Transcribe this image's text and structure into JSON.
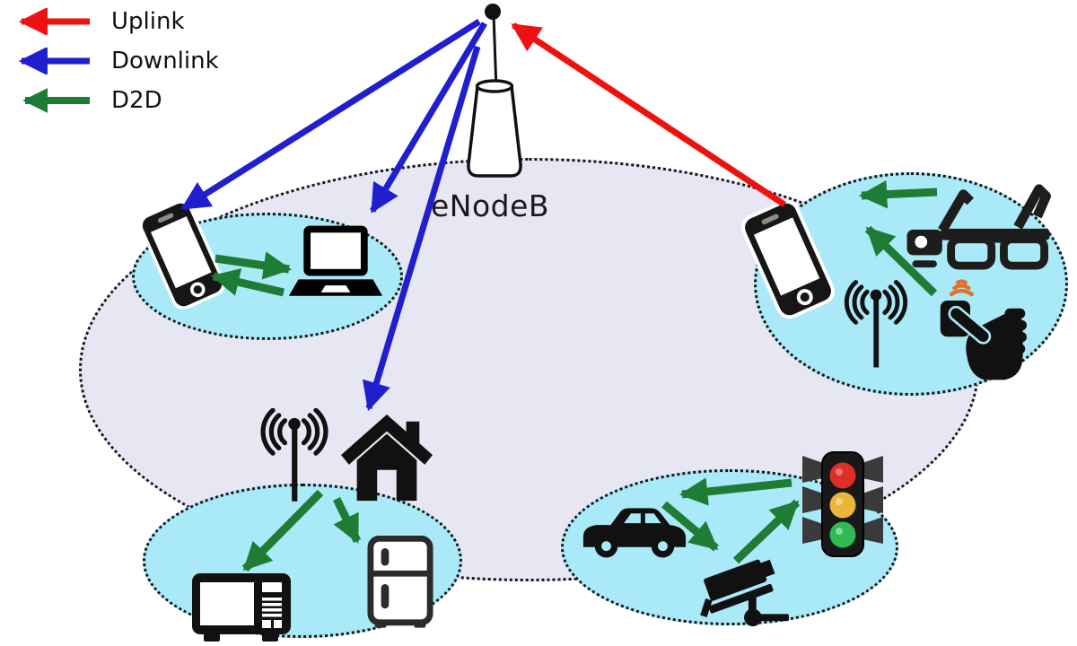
{
  "legend": {
    "items": [
      {
        "id": "uplink",
        "label": "Uplink",
        "color": "#ee1111"
      },
      {
        "id": "downlink",
        "label": "Downlink",
        "color": "#1f1fd0"
      },
      {
        "id": "d2d",
        "label": "D2D",
        "color": "#1e7c35"
      }
    ]
  },
  "base_station": {
    "label": "eNodeB",
    "icon": "cell-tower-icon"
  },
  "colors": {
    "background": "#ffffff",
    "cell_fill": "#e7e6f3",
    "cluster_fill": "#a9e9f8",
    "outline": "#151515",
    "uplink": "#ee1111",
    "downlink": "#1f1fd0",
    "d2d": "#1e7c35",
    "traffic_light_red": "#dd2f27",
    "traffic_light_yellow": "#e9b63b",
    "traffic_light_green": "#2fba52",
    "signal_orange": "#e2712b"
  },
  "clusters": [
    {
      "id": "phone-laptop",
      "devices": [
        "smartphone-icon",
        "laptop-icon"
      ]
    },
    {
      "id": "smart-home",
      "devices": [
        "antenna-icon",
        "house-icon",
        "microwave-icon",
        "refrigerator-icon"
      ]
    },
    {
      "id": "vehicular",
      "devices": [
        "car-icon",
        "cctv-camera-icon",
        "traffic-light-icon"
      ]
    },
    {
      "id": "wearables",
      "devices": [
        "smartphone-icon",
        "smart-glasses-icon",
        "antenna-icon",
        "smartwatch-hand-icon"
      ]
    }
  ],
  "links": [
    {
      "type": "downlink",
      "from": "eNodeB",
      "to": "smartphone (phone-laptop cluster)"
    },
    {
      "type": "downlink",
      "from": "eNodeB",
      "to": "laptop (phone-laptop cluster)"
    },
    {
      "type": "downlink",
      "from": "eNodeB",
      "to": "house (smart-home cluster)"
    },
    {
      "type": "uplink",
      "from": "smartphone (wearables cluster)",
      "to": "eNodeB"
    },
    {
      "type": "d2d",
      "from": "smartphone",
      "to": "laptop"
    },
    {
      "type": "d2d",
      "from": "laptop",
      "to": "smartphone"
    },
    {
      "type": "d2d",
      "from": "house/antenna",
      "to": "microwave"
    },
    {
      "type": "d2d",
      "from": "house/antenna",
      "to": "refrigerator"
    },
    {
      "type": "d2d",
      "from": "traffic light",
      "to": "car"
    },
    {
      "type": "d2d",
      "from": "car",
      "to": "cctv camera"
    },
    {
      "type": "d2d",
      "from": "cctv camera",
      "to": "traffic light"
    },
    {
      "type": "d2d",
      "from": "smart glasses",
      "to": "smartphone"
    },
    {
      "type": "d2d",
      "from": "smartwatch",
      "to": "smartphone"
    }
  ]
}
